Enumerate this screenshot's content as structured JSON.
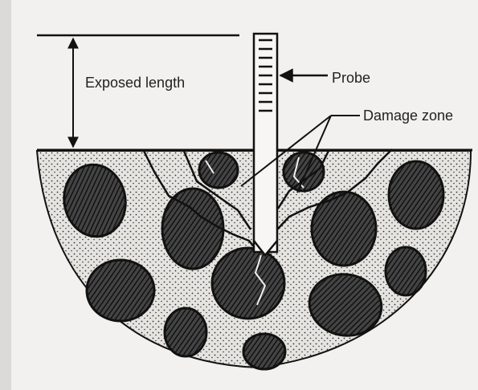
{
  "labels": {
    "exposed_length": "Exposed length",
    "probe": "Probe",
    "damage_zone": "Damage zone"
  },
  "colors": {
    "background": "#f2f1ef",
    "ink": "#111111",
    "soil_fill": "#e6e4e0"
  }
}
